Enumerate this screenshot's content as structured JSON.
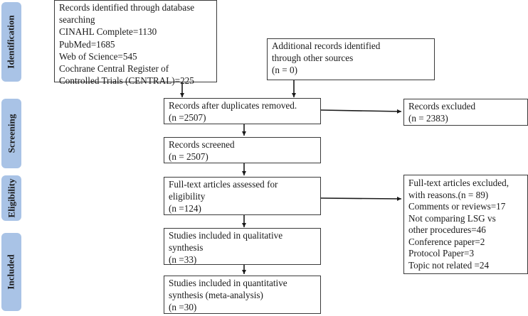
{
  "stages": {
    "identification": "Identification",
    "screening": "Screening",
    "eligibility": "Eligibility",
    "included": "Included"
  },
  "boxes": {
    "database_search": [
      "Records identified through database",
      "searching",
      "CINAHL Complete=1130",
      "PubMed=1685",
      " Web of Science=545",
      "Cochrane Central Register of",
      "Controlled Trials (CENTRAL)=225"
    ],
    "other_sources": [
      "Additional records identified",
      "through other sources",
      "(n = 0)"
    ],
    "after_duplicates": [
      "Records after duplicates removed.",
      "(n =2507)"
    ],
    "records_excluded": [
      "Records excluded",
      "(n = 2383)"
    ],
    "records_screened": [
      "Records screened",
      "(n = 2507)"
    ],
    "fulltext_assessed": [
      "Full-text articles assessed for",
      "eligibility",
      "(n =124)"
    ],
    "fulltext_excluded": [
      "Full-text articles excluded,",
      "with reasons.(n = 89)",
      "Comments or reviews=17",
      "Not comparing LSG vs",
      "other procedures=46",
      "Conference paper=2",
      "Protocol Paper=3",
      "Topic not related =24"
    ],
    "qualitative": [
      "Studies included in qualitative",
      "synthesis",
      "(n =33)"
    ],
    "quantitative": [
      "Studies included in quantitative",
      "synthesis (meta-analysis)",
      "(n =30)"
    ]
  }
}
